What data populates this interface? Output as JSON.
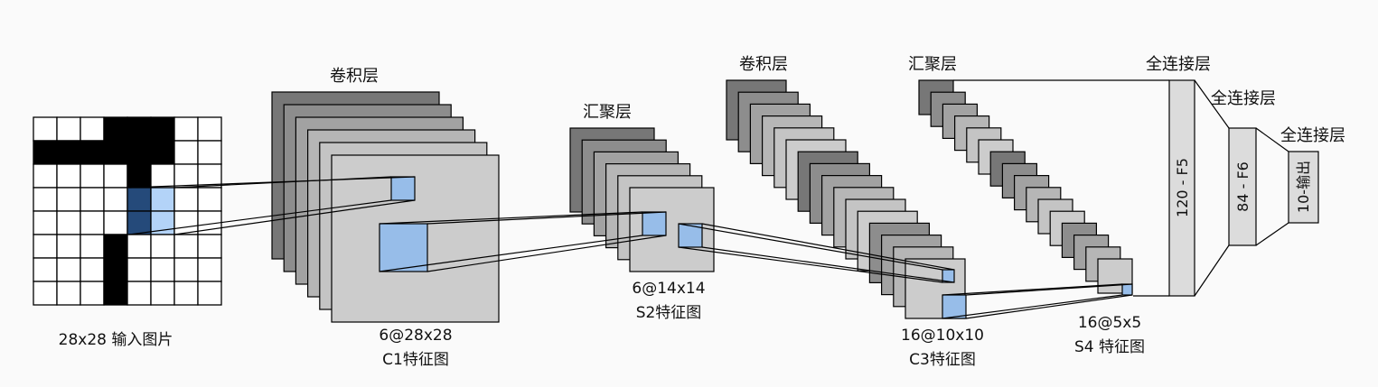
{
  "colors": {
    "background": "#fafafa",
    "stack_shades": [
      "#777777",
      "#8d8d8d",
      "#a2a2a2",
      "#b6b6b6",
      "#c4c4c4",
      "#cccccc"
    ],
    "front_map": "#cccccc",
    "highlight_blue": "#97bde9",
    "highlight_dark": "#254a7a",
    "highlight_light": "#b3d3f8",
    "fc_fill": "#dcdcdc",
    "ink": "#000000"
  },
  "input": {
    "caption": "28x28 输入图片",
    "grid_rows": 8,
    "grid_cols": 8,
    "black_cells": [
      [
        0,
        3
      ],
      [
        0,
        4
      ],
      [
        0,
        5
      ],
      [
        1,
        0
      ],
      [
        1,
        1
      ],
      [
        1,
        2
      ],
      [
        1,
        3
      ],
      [
        1,
        4
      ],
      [
        1,
        5
      ],
      [
        2,
        4
      ],
      [
        5,
        3
      ],
      [
        6,
        3
      ],
      [
        7,
        3
      ]
    ],
    "dark_highlight_cells": [
      [
        3,
        4
      ],
      [
        4,
        4
      ]
    ],
    "light_highlight_cells": [
      [
        3,
        5
      ],
      [
        4,
        5
      ]
    ]
  },
  "layers": {
    "c1": {
      "title": "卷积层",
      "label_line1": "6@28x28",
      "label_line2": "C1特征图"
    },
    "s2": {
      "title": "汇聚层",
      "label_line1": "6@14x14",
      "label_line2": "S2特征图"
    },
    "c3": {
      "title": "卷积层",
      "label_line1": "16@10x10",
      "label_line2": "C3特征图"
    },
    "s4": {
      "title": "汇聚层",
      "label_line1": "16@5x5",
      "label_line2": "S4 特征图"
    },
    "f5": {
      "title": "全连接层",
      "text": "120 - F5"
    },
    "f6": {
      "title": "全连接层",
      "text": "84 - F6"
    },
    "out": {
      "title": "全连接层",
      "text": "10-输出"
    }
  }
}
